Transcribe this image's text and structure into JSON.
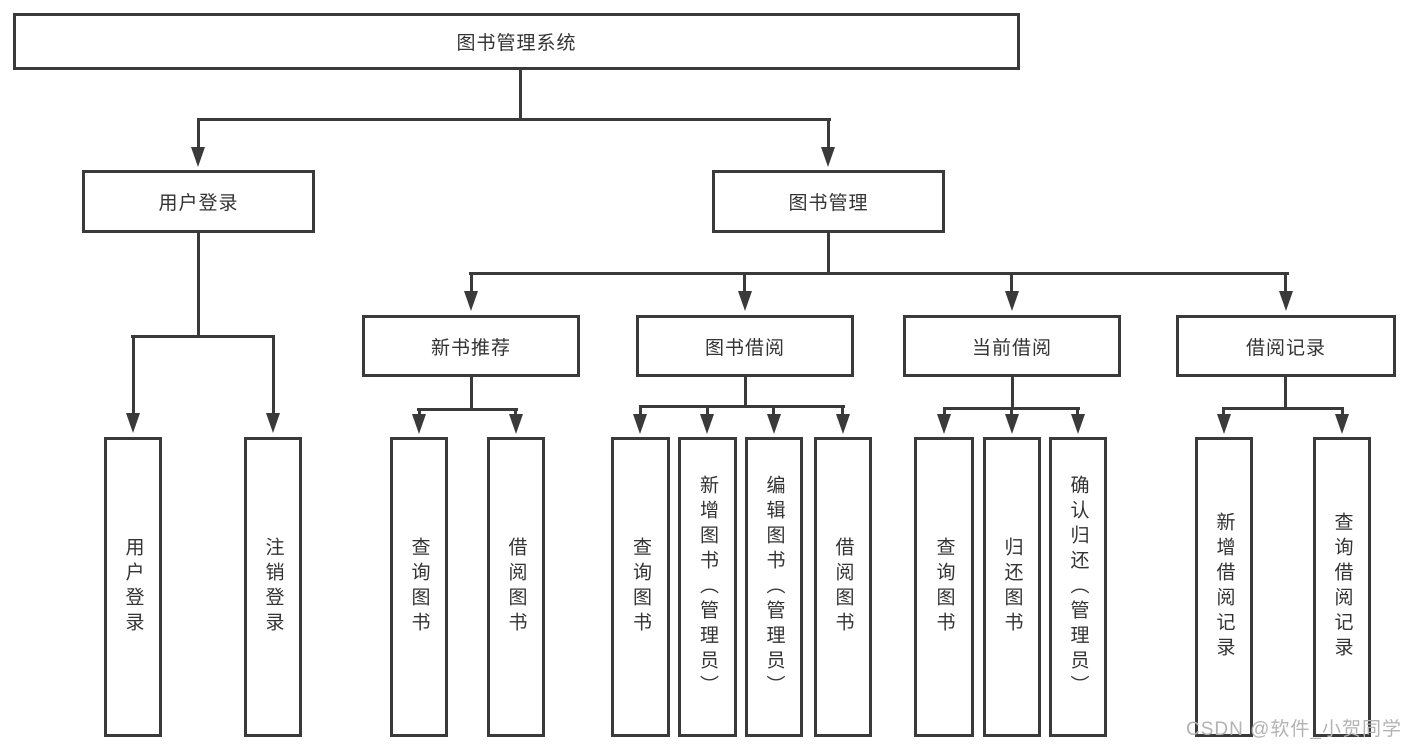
{
  "colors": {
    "line": "#3a3a3a",
    "text": "#333333",
    "watermark": "#b3b3b3",
    "background": "#ffffff"
  },
  "watermark": {
    "text": "CSDN @软件_小贺同学"
  },
  "tree": {
    "root": {
      "label": "图书管理系统"
    },
    "children": [
      {
        "label": "用户登录",
        "children": [
          {
            "label": "用户登录"
          },
          {
            "label": "注销登录"
          }
        ]
      },
      {
        "label": "图书管理",
        "children": [
          {
            "label": "新书推荐",
            "children": [
              {
                "label": "查询图书"
              },
              {
                "label": "借阅图书"
              }
            ]
          },
          {
            "label": "图书借阅",
            "children": [
              {
                "label": "查询图书"
              },
              {
                "label": "新增图书（管理员）"
              },
              {
                "label": "编辑图书（管理员）"
              },
              {
                "label": "借阅图书"
              }
            ]
          },
          {
            "label": "当前借阅",
            "children": [
              {
                "label": "查询图书"
              },
              {
                "label": "归还图书"
              },
              {
                "label": "确认归还（管理员）"
              }
            ]
          },
          {
            "label": "借阅记录",
            "children": [
              {
                "label": "新增借阅记录"
              },
              {
                "label": "查询借阅记录"
              }
            ]
          }
        ]
      }
    ]
  }
}
